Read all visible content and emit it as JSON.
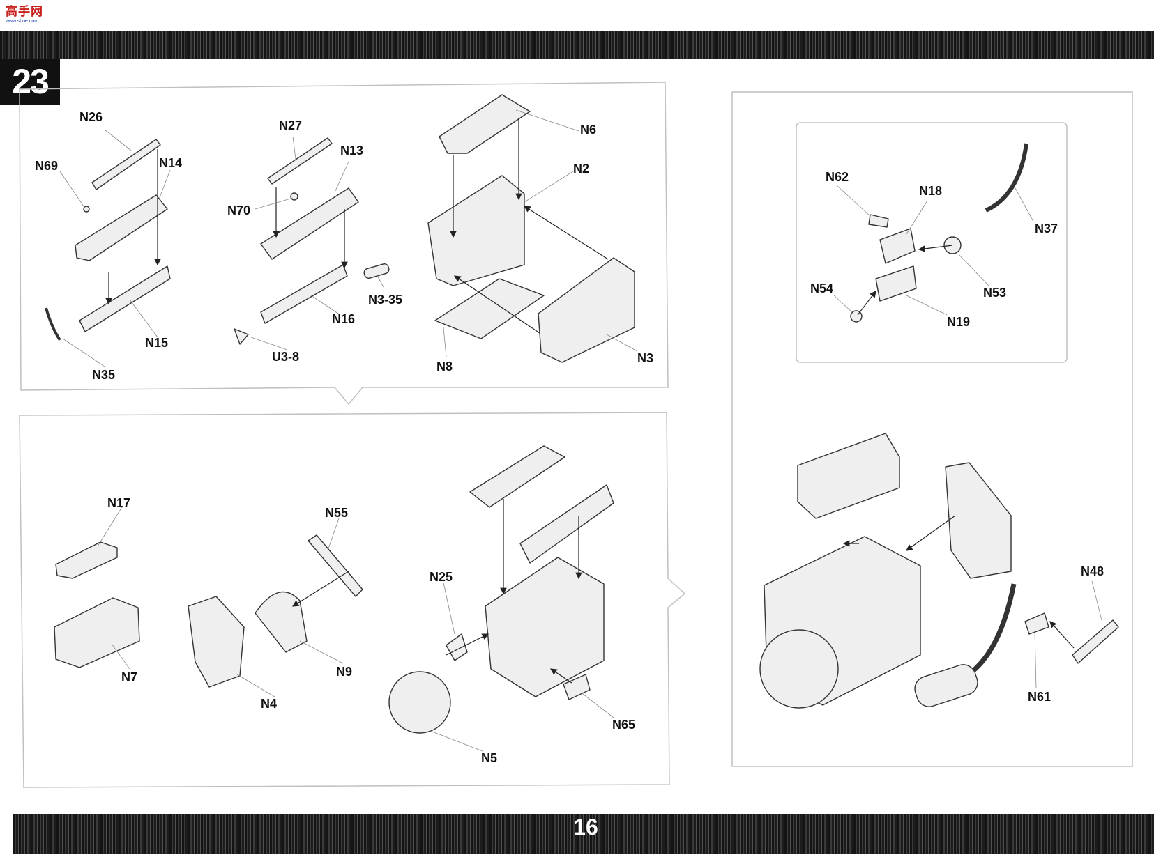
{
  "header": {
    "logo_text": "高手网",
    "logo_sub": "www.shoe.com",
    "step_number": "23"
  },
  "footer": {
    "page_number": "16"
  },
  "parts": {
    "n26": "N26",
    "n69": "N69",
    "n14": "N14",
    "n15": "N15",
    "n35": "N35",
    "n27": "N27",
    "n13": "N13",
    "n70": "N70",
    "n3_35": "N3-35",
    "n16": "N16",
    "u3_8": "U3-8",
    "n6": "N6",
    "n2": "N2",
    "n8": "N8",
    "n3": "N3",
    "n62": "N62",
    "n18": "N18",
    "n37": "N37",
    "n54": "N54",
    "n53": "N53",
    "n19": "N19",
    "n17": "N17",
    "n7": "N7",
    "n55": "N55",
    "n4": "N4",
    "n9": "N9",
    "n25": "N25",
    "n65": "N65",
    "n5": "N5",
    "n48": "N48",
    "n61": "N61"
  },
  "colors": {
    "band": "#1a1a1a",
    "panel_border": "#bdbdbd",
    "part_fill": "#efefef",
    "part_stroke": "#333333"
  }
}
